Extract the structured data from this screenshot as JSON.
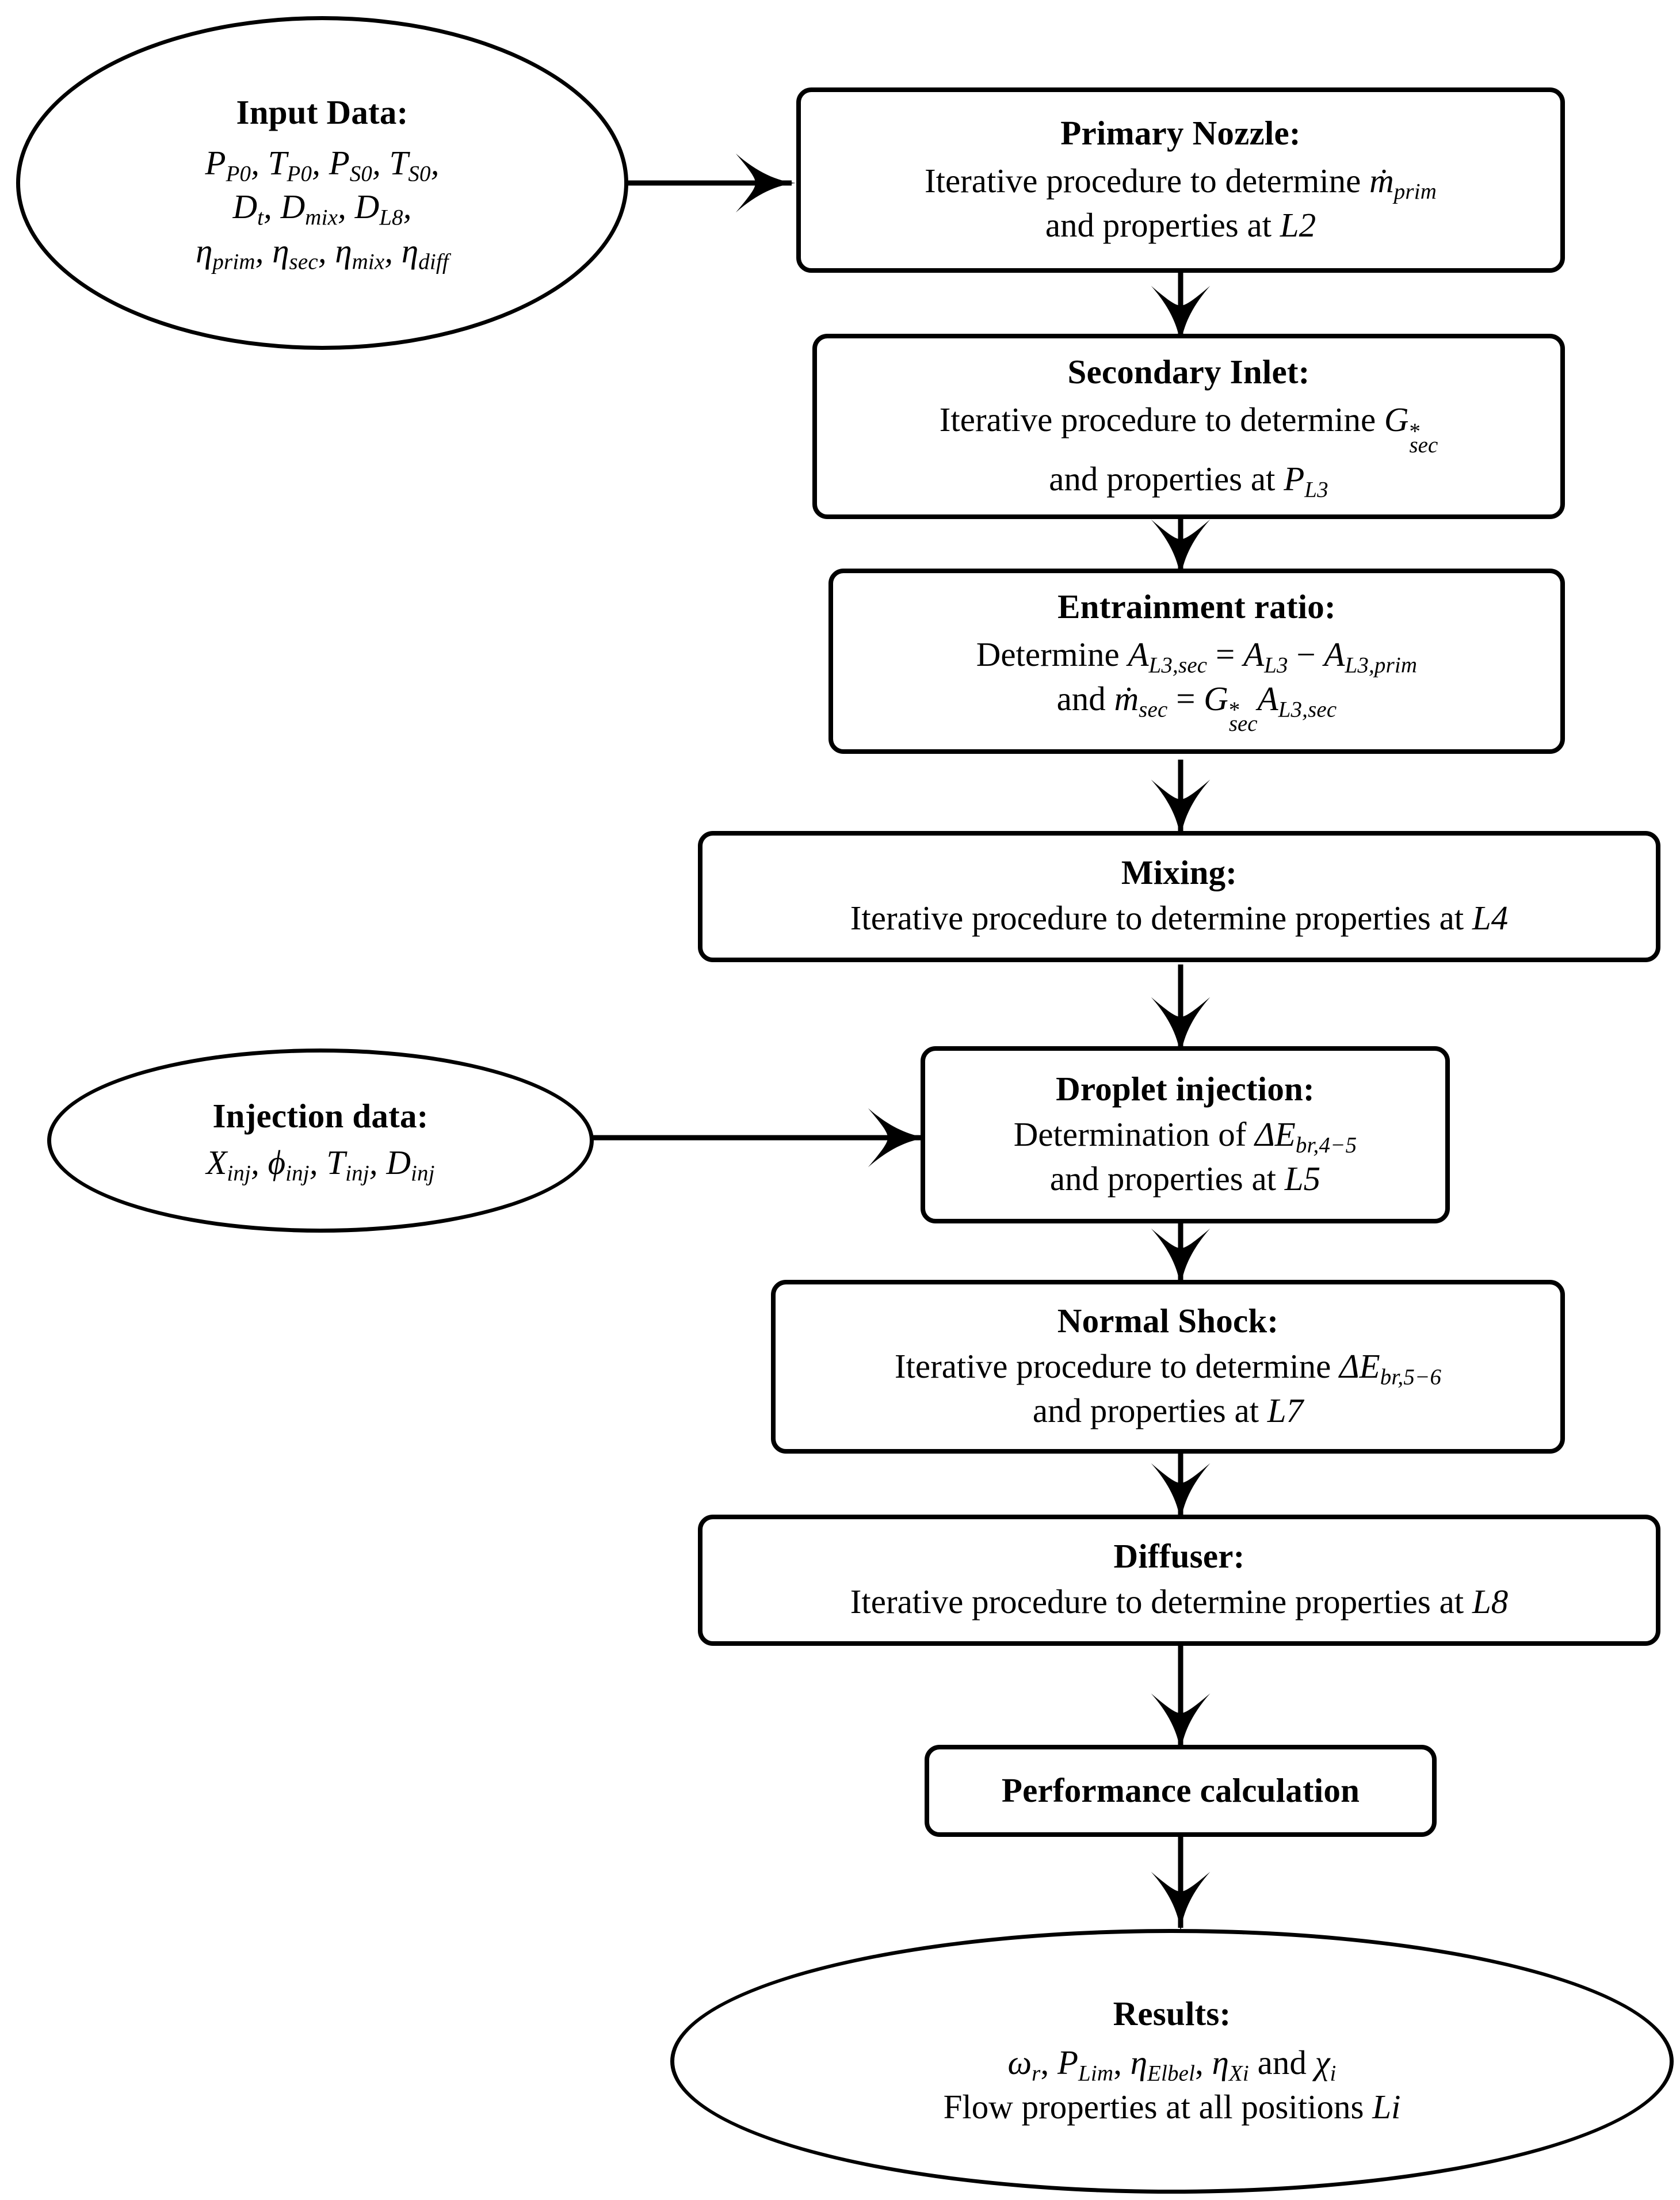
{
  "diagram": {
    "type": "flowchart",
    "title": "Ejector calculation procedure flowchart",
    "background": "#ffffff",
    "stroke": "#000000"
  },
  "nodes": {
    "input_data": {
      "shape": "ellipse",
      "title": "Input Data:",
      "lines": [
        "P_P0, T_P0, P_S0, T_S0,",
        "D_t, D_mix, D_L8,",
        "eta_prim, eta_sec, eta_mix, eta_diff"
      ],
      "symbols": {
        "l1": [
          "P",
          "P0",
          "T",
          "P0",
          "P",
          "S0",
          "T",
          "S0"
        ],
        "l2": [
          "D",
          "t",
          "D",
          "mix",
          "D",
          "L8"
        ],
        "l3": [
          "prim",
          "sec",
          "mix",
          "diff"
        ],
        "eta": "η"
      }
    },
    "primary_nozzle": {
      "shape": "box",
      "title": "Primary Nozzle:",
      "line1_pre": "Iterative procedure to determine",
      "line1_sym": "ṁ",
      "line1_sub": "prim",
      "line2_pre": "and properties at",
      "line2_sym": "L2"
    },
    "secondary_inlet": {
      "shape": "box",
      "title": "Secondary Inlet:",
      "line1_pre": "Iterative procedure to determine",
      "line1_sym": "G",
      "line1_sup": "*",
      "line1_sub": "sec",
      "line2_pre": "and properties at",
      "line2_sym": "P",
      "line2_sub": "L3"
    },
    "entrainment_ratio": {
      "shape": "box",
      "title": "Entrainment ratio:",
      "line1_pre": "Determine",
      "line1_lhs_sym": "A",
      "line1_lhs_sub": "L3,sec",
      "line1_eq": "=",
      "line1_rhs1_sym": "A",
      "line1_rhs1_sub": "L3",
      "line1_minus": "−",
      "line1_rhs2_sym": "A",
      "line1_rhs2_sub": "L3,prim",
      "line2_pre": "and",
      "line2_lhs_sym": "ṁ",
      "line2_lhs_sub": "sec",
      "line2_eq": "=",
      "line2_rhs1_sym": "G",
      "line2_rhs1_sup": "*",
      "line2_rhs1_sub": "sec",
      "line2_rhs2_sym": "A",
      "line2_rhs2_sub": "L3,sec"
    },
    "mixing": {
      "shape": "box",
      "title": "Mixing:",
      "line1_pre": "Iterative procedure to determine properties at",
      "line1_sym": "L4"
    },
    "injection_data": {
      "shape": "ellipse",
      "title": "Injection data:",
      "symbols": {
        "X": "X",
        "phi": "ϕ",
        "T": "T",
        "D": "D",
        "sub": "inj"
      },
      "line": "X_inj, phi_inj, T_inj, D_inj"
    },
    "droplet_injection": {
      "shape": "box",
      "title": "Droplet injection:",
      "line1_pre": "Determination of",
      "line1_delta": "Δ",
      "line1_sym": "E",
      "line1_sub": "br,4−5",
      "line2_pre": "and properties at",
      "line2_sym": "L5"
    },
    "normal_shock": {
      "shape": "box",
      "title": "Normal Shock:",
      "line1_pre": "Iterative procedure to determine",
      "line1_delta": "Δ",
      "line1_sym": "E",
      "line1_sub": "br,5−6",
      "line2_pre": "and properties at",
      "line2_sym": "L7"
    },
    "diffuser": {
      "shape": "box",
      "title": "Diffuser:",
      "line1_pre": "Iterative procedure to determine properties at",
      "line1_sym": "L8"
    },
    "performance_calculation": {
      "shape": "box",
      "title": "Performance calculation"
    },
    "results": {
      "shape": "ellipse",
      "title": "Results:",
      "line1_parts": {
        "omega": "ω",
        "omega_sub": "r",
        "P": "P",
        "P_sub": "Lim",
        "eta1": "η",
        "eta1_sub": "Elbel",
        "eta2": "η",
        "eta2_sub": "Xi",
        "and": "and",
        "chi": "χ",
        "chi_sub": "i"
      },
      "line2_pre": "Flow properties at all positions",
      "line2_sym": "Li"
    }
  },
  "edges": [
    {
      "from": "input_data",
      "to": "primary_nozzle",
      "direction": "right",
      "arrowhead": true
    },
    {
      "from": "primary_nozzle",
      "to": "secondary_inlet",
      "direction": "down",
      "arrowhead": true
    },
    {
      "from": "secondary_inlet",
      "to": "entrainment_ratio",
      "direction": "down",
      "arrowhead": true
    },
    {
      "from": "entrainment_ratio",
      "to": "mixing",
      "direction": "down",
      "arrowhead": true
    },
    {
      "from": "mixing",
      "to": "droplet_injection",
      "direction": "down",
      "arrowhead": true
    },
    {
      "from": "injection_data",
      "to": "droplet_injection",
      "direction": "right",
      "arrowhead": true
    },
    {
      "from": "droplet_injection",
      "to": "normal_shock",
      "direction": "down",
      "arrowhead": true
    },
    {
      "from": "normal_shock",
      "to": "diffuser",
      "direction": "down",
      "arrowhead": true
    },
    {
      "from": "diffuser",
      "to": "performance_calculation",
      "direction": "down",
      "arrowhead": true
    },
    {
      "from": "performance_calculation",
      "to": "results",
      "direction": "down",
      "arrowhead": true
    }
  ]
}
